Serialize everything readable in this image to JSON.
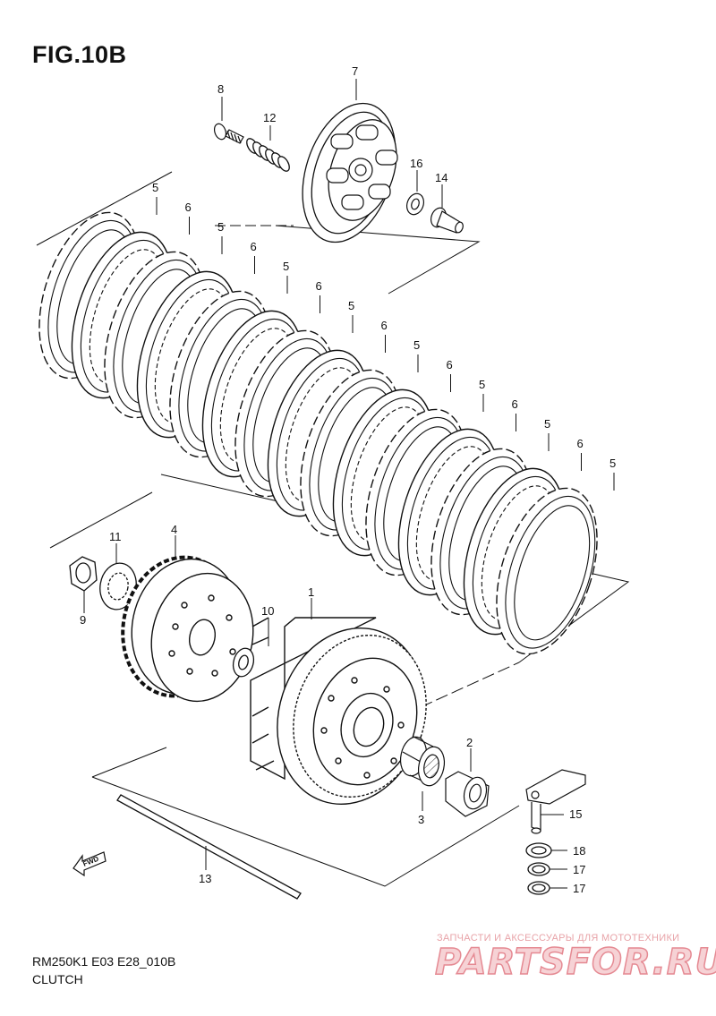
{
  "header": {
    "figure": "FIG.10B"
  },
  "footer": {
    "model_code": "RM250K1 E03 E28_010B",
    "section": "CLUTCH"
  },
  "watermark": {
    "tagline": "ЗАПЧАСТИ И АКСЕССУАРЫ ДЛЯ МОТОТЕХНИКИ",
    "brand": "PARTSFOR.RU",
    "color": "#e58a93"
  },
  "fwd": {
    "label": "FWD"
  },
  "callouts": {
    "c1": "1",
    "c2": "2",
    "c3": "3",
    "c4": "4",
    "c5": "5",
    "c6": "6",
    "c7": "7",
    "c8": "8",
    "c9": "9",
    "c10": "10",
    "c11": "11",
    "c12": "12",
    "c13": "13",
    "c14": "14",
    "c15": "15",
    "c16": "16",
    "c17": "17",
    "c18": "18"
  },
  "plates": {
    "friction_label": "5",
    "steel_label": "6",
    "friction_count": 8,
    "steel_count": 7
  }
}
